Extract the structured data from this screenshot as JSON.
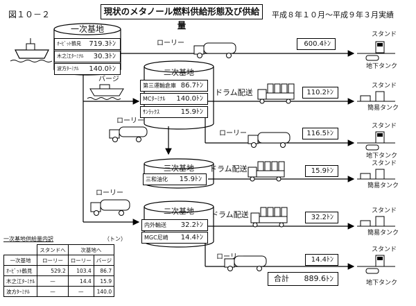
{
  "header": {
    "figure_label": "図１０－２",
    "title": "現状のメタノール燃料供給形態及び供給量",
    "period": "平成８年１０月～平成９年３月実績"
  },
  "primary_base": {
    "title": "一次基地",
    "rows": [
      {
        "name": "ｵｰﾋﾞｯﾄ鶴見",
        "value": "719.3ﾄﾝ"
      },
      {
        "name": "木之江ﾀｰﾐﾅﾙ",
        "value": "30.3ﾄﾝ"
      },
      {
        "name": "波方ﾀｰﾐﾅﾙ",
        "value": "140.0ﾄﾝ"
      }
    ]
  },
  "secondary_base_1": {
    "title": "二次基地",
    "rows": [
      {
        "name": "第三運輸倉庫",
        "value": "86.7ﾄﾝ"
      },
      {
        "name": "MCﾀｰﾐﾅﾙ",
        "value": "140.0ﾄﾝ"
      },
      {
        "name": "ｻﾝﾗｯｸｽ",
        "value": "15.9ﾄﾝ"
      }
    ]
  },
  "tertiary_base": {
    "title": "三次基地",
    "rows": [
      {
        "name": "三和油化",
        "value": "15.9ﾄﾝ"
      }
    ]
  },
  "secondary_base_2": {
    "title": "二次基地",
    "rows": [
      {
        "name": "内外輸送",
        "value": "32.2ﾄﾝ"
      },
      {
        "name": "MGC尼崎",
        "value": "14.4ﾄﾝ"
      }
    ]
  },
  "transport": {
    "lorry": "ローリー",
    "barge": "バージ",
    "drum": "ドラム配送"
  },
  "flows": [
    {
      "amount": "600.4ﾄﾝ",
      "station": "スタンド",
      "tank": "地下タンク"
    },
    {
      "amount": "110.2ﾄﾝ",
      "station": "スタンド",
      "tank": "簡易タンク"
    },
    {
      "amount": "116.5ﾄﾝ",
      "station": "スタンド",
      "tank": "地下タンク"
    },
    {
      "amount": "15.9ﾄﾝ",
      "station": "スタンド",
      "tank": "簡易タンク"
    },
    {
      "amount": "32.2ﾄﾝ",
      "station": "スタンド",
      "tank": "簡易タンク"
    },
    {
      "amount": "14.4ﾄﾝ",
      "station": "スタンド",
      "tank": "地下タンク"
    }
  ],
  "total": {
    "label": "合計",
    "value": "889.6ﾄﾝ"
  },
  "supply_table": {
    "caption": "一次基地供給量内訳",
    "unit": "（トン）",
    "group_headers": {
      "stand": "スタンドへ",
      "secondary": "次基地へ"
    },
    "col_headers": [
      "一次基地",
      "ローリー",
      "ローリー",
      "バージ"
    ],
    "rows": [
      [
        "ｵｰﾋﾞｯﾄ鶴見",
        "529.2",
        "103.4",
        "86.7"
      ],
      [
        "木之江ﾀｰﾐﾅﾙ",
        "—",
        "14.4",
        "15.9"
      ],
      [
        "波方ﾀｰﾐﾅﾙ",
        "—",
        "—",
        "140.0"
      ]
    ]
  }
}
